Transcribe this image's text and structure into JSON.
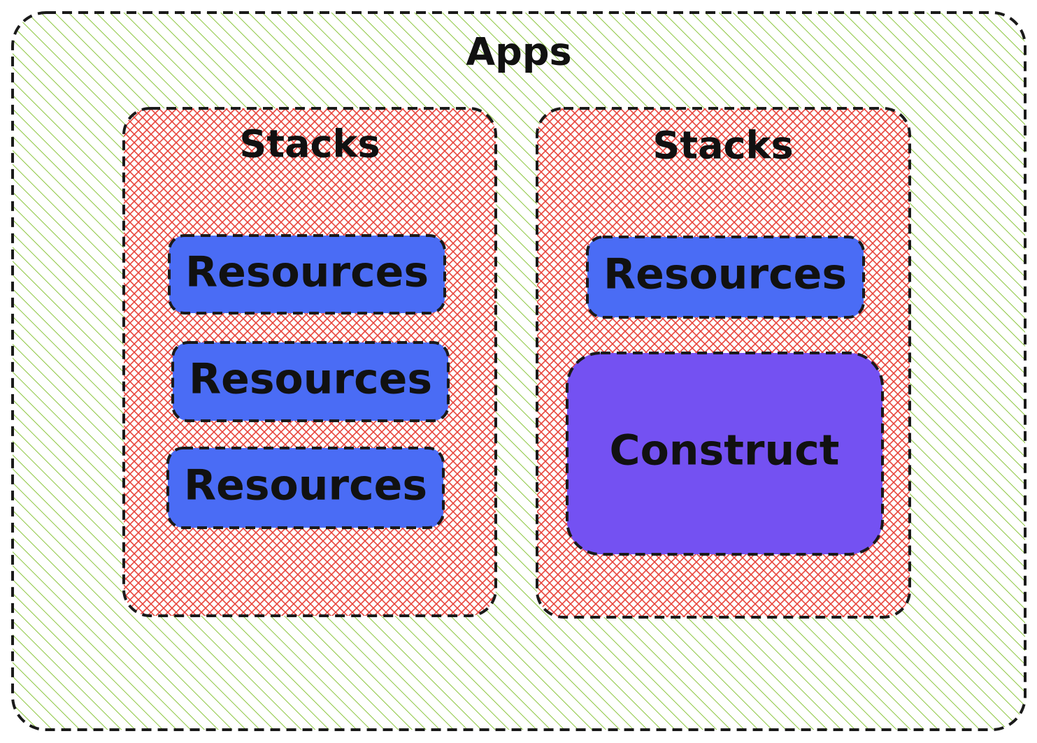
{
  "app": {
    "label": "Apps"
  },
  "stacks": [
    {
      "label": "Stacks",
      "resources": [
        "Resources",
        "Resources",
        "Resources"
      ]
    },
    {
      "label": "Stacks",
      "resources": [
        "Resources"
      ],
      "construct": "Construct"
    }
  ],
  "colors": {
    "app_hatch": "#8cc63f",
    "stack_hatch": "#e8453c",
    "resource_fill": "#4a6cf5",
    "construct_fill": "#7451f2",
    "outline": "#1a1a1a",
    "text": "#111111"
  }
}
